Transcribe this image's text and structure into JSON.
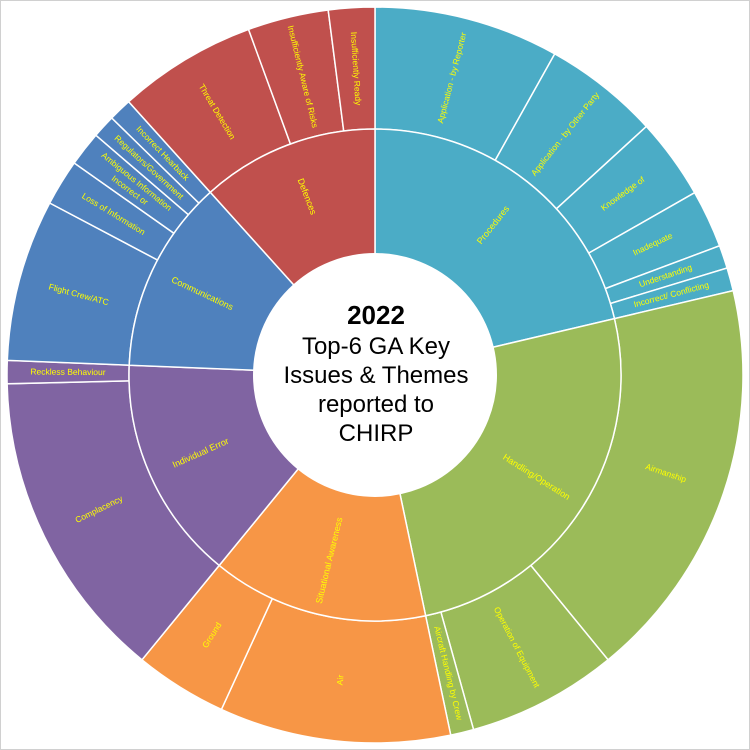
{
  "chart_data": {
    "type": "sunburst",
    "title_year": "2022",
    "title_lines": [
      "Top-6 GA Key",
      "Issues & Themes",
      "reported to",
      "CHIRP"
    ],
    "categories": [
      {
        "name": "Procedures",
        "color": "#4bacc6",
        "children": [
          {
            "name": "Application - by Reporter",
            "value": 16
          },
          {
            "name": "Application - by Other Party",
            "value": 10
          },
          {
            "name": "Knowledge of",
            "value": 7
          },
          {
            "name": "Inadequate",
            "value": 5
          },
          {
            "name": "Understanding",
            "value": 2
          },
          {
            "name": "Incorrect/ Conflicting",
            "value": 2
          }
        ]
      },
      {
        "name": "Handling/Operation",
        "color": "#9bbb59",
        "children": [
          {
            "name": "Airmanship",
            "value": 35
          },
          {
            "name": "Operation of Equipment",
            "value": 13
          },
          {
            "name": "Aircraft Handling by Crew",
            "value": 2
          }
        ]
      },
      {
        "name": "Situational Awareness",
        "color": "#f79646",
        "children": [
          {
            "name": "Air",
            "value": 20
          },
          {
            "name": "Ground",
            "value": 8
          }
        ]
      },
      {
        "name": "Individual Error",
        "color": "#8064a2",
        "children": [
          {
            "name": "Complacency",
            "value": 27
          },
          {
            "name": "Reckless Behaviour",
            "value": 2
          }
        ]
      },
      {
        "name": "Communications",
        "color": "#4f81bd",
        "children": [
          {
            "name": "Flight Crew/ATC",
            "value": 14
          },
          {
            "name": "Loss of Information",
            "value": 4
          },
          {
            "name": "Incorrect or Ambiguous Information",
            "value": 3
          },
          {
            "name": "Regulators/Government",
            "value": 2
          },
          {
            "name": "Incorrect Hearback",
            "value": 2
          }
        ]
      },
      {
        "name": "Defences",
        "color": "#c0504d",
        "children": [
          {
            "name": "Threat Detection",
            "value": 12
          },
          {
            "name": "Insufficiently Aware of Risks",
            "value": 7
          },
          {
            "name": "Insufficiently Ready",
            "value": 4
          }
        ]
      }
    ]
  }
}
